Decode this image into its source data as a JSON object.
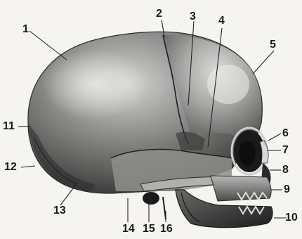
{
  "labels": [
    "1",
    "2",
    "3",
    "4",
    "5",
    "6",
    "7",
    "8",
    "9",
    "10",
    "11",
    "12",
    "13",
    "14",
    "15",
    "16"
  ],
  "colors": {
    "background": "#f5f4f0",
    "skull_light": "#9c9c9c",
    "skull_dark": "#3a3a3a",
    "suture": "#1e1e1e",
    "leader": "#222222"
  }
}
